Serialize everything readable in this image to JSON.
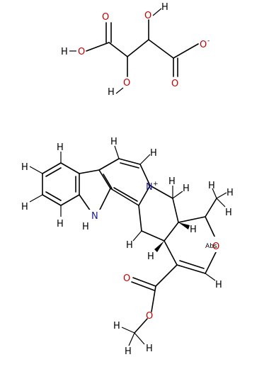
{
  "tartrate": {
    "o_top": "O",
    "h_top": "H",
    "h_left": "H",
    "o_left": "O",
    "o_right": "O",
    "o_right_charge": "-",
    "o_mid": "O",
    "o_bottom_left": "O",
    "h_bottom": "H",
    "o_bottom_right": "O"
  },
  "alkaloid": {
    "h": "H",
    "n_plus": "N",
    "n_plus_charge": "+",
    "nh": "N",
    "nh_h": "H",
    "o_ring": "O",
    "abs_label": "Abs",
    "o_ester1": "O",
    "o_ester2": "O"
  },
  "colors": {
    "oxygen": "#c00000",
    "nitrogen": "#1a1a9a",
    "bond": "#000000"
  }
}
